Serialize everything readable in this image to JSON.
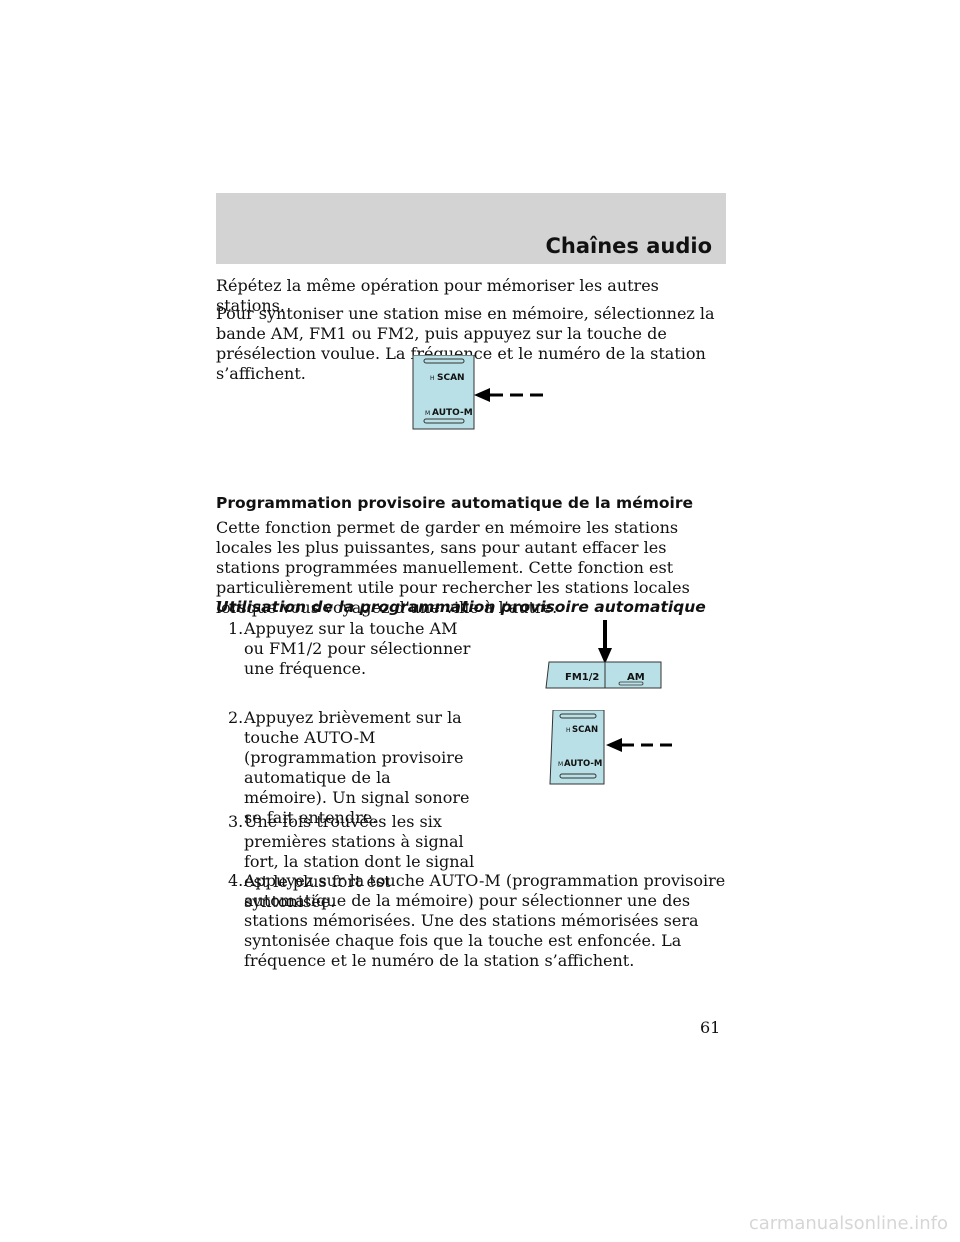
{
  "header": {
    "title": "Chaînes audio"
  },
  "paragraphs": {
    "p1": "Répétez la même opération pour mémoriser les autres stations.",
    "p2": "Pour syntoniser une station mise en mémoire, sélectionnez la bande AM, FM1 ou FM2, puis appuyez sur la touche de présélection voulue. La fréquence et le numéro de la station s’affichent.",
    "p3": "Cette fonction permet de garder en mémoire les stations locales les plus puissantes, sans pour autant effacer les stations programmées manuellement. Cette fonction est particulièrement utile pour rechercher les stations locales lorsque vous voyagez d’une ville à l’autre."
  },
  "headings": {
    "h1": "Programmation provisoire automatique de la mémoire",
    "h2": "Utilisation de la programmation provisoire automatique"
  },
  "steps": [
    {
      "num": "1.",
      "text": "Appuyez sur la touche AM ou FM1/2 pour sélectionner une fréquence."
    },
    {
      "num": "2.",
      "text": "Appuyez brièvement sur la touche AUTO-M (programmation provisoire automatique de la mémoire). Un signal sonore se fait entendre."
    },
    {
      "num": "3.",
      "text": "Une fois trouvées les six premières stations à signal fort, la station dont le signal est le plus fort est syntonisée."
    },
    {
      "num": "4.",
      "text": "Appuyez sur la touche AUTO-M (programmation provisoire automatique de la mémoire) pour sélectionner une des stations mémorisées. Une des stations mémorisées sera syntonisée chaque fois que la touche est enfoncée. La fréquence et le numéro de la station s’affichent."
    }
  ],
  "buttons": {
    "scan_label": "SCAN",
    "scan_prefix": "H",
    "auto_label": "AUTO-M",
    "auto_prefix": "M",
    "fm_label": "FM1/2",
    "am_label": "AM"
  },
  "colors": {
    "button_fill": "#b9e0e6",
    "header_band": "#d3d3d3"
  },
  "page_number": "61",
  "watermark": "carmanualsonline.info"
}
